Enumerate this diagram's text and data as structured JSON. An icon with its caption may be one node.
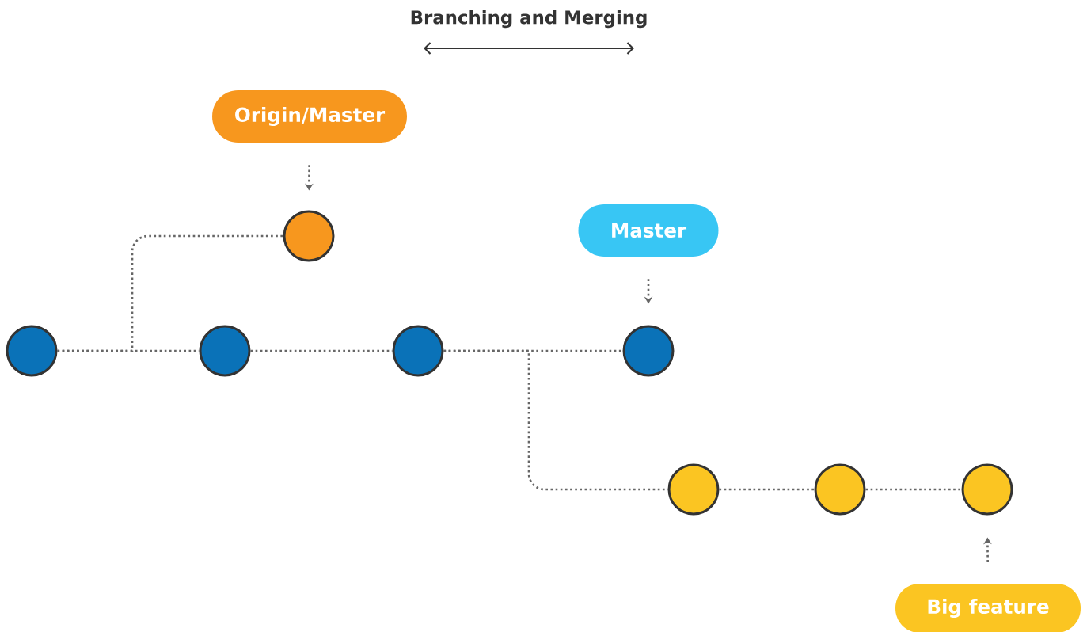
{
  "diagram": {
    "title": "Branching and Merging",
    "nodes": [
      {
        "text": [
          "Origin/Master"
        ]
      },
      {
        "text": [],
        "shape": "circle"
      },
      {
        "text": [
          "Master"
        ]
      },
      {
        "text": [],
        "shape": "circle"
      },
      {
        "text": [],
        "shape": "circle"
      },
      {
        "text": [],
        "shape": "circle"
      },
      {
        "text": [],
        "shape": "circle"
      },
      {
        "text": [],
        "shape": "circle"
      },
      {
        "text": [],
        "shape": "circle"
      },
      {
        "text": [],
        "shape": "circle"
      },
      {
        "text": [
          "Big feature"
        ]
      }
    ],
    "edges": [
      {
        "from": 0,
        "to": 1,
        "arrow": "to"
      },
      {
        "from": 2,
        "to": 6,
        "arrow": "to"
      },
      {
        "from": 3,
        "to": 4,
        "arrow": "none"
      },
      {
        "from": 3,
        "to": 1,
        "arrow": "none"
      },
      {
        "from": 4,
        "to": 5,
        "arrow": "none"
      },
      {
        "from": 5,
        "to": 6,
        "arrow": "none"
      },
      {
        "from": 5,
        "to": 7,
        "arrow": "none"
      },
      {
        "from": 7,
        "to": 8,
        "arrow": "none"
      },
      {
        "from": 8,
        "to": 9,
        "arrow": "none"
      },
      {
        "from": 10,
        "to": 9,
        "arrow": "to"
      }
    ]
  }
}
